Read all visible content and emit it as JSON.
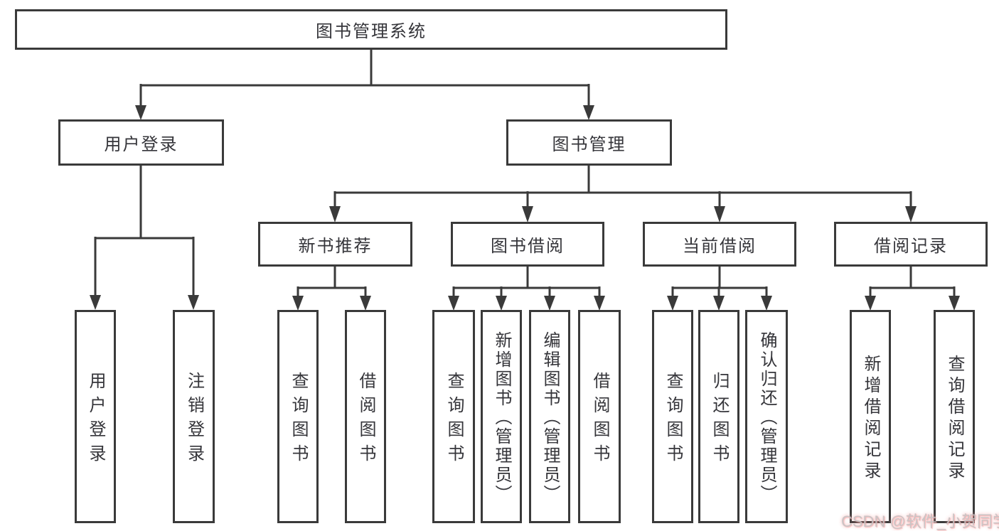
{
  "tree": {
    "label": "图书管理系统",
    "children": [
      {
        "label": "用户登录",
        "children": [
          {
            "label": "用户登录"
          },
          {
            "label": "注销登录"
          }
        ]
      },
      {
        "label": "图书管理",
        "children": [
          {
            "label": "新书推荐",
            "children": [
              {
                "label": "查询图书"
              },
              {
                "label": "借阅图书"
              }
            ]
          },
          {
            "label": "图书借阅",
            "children": [
              {
                "label": "查询图书"
              },
              {
                "label": "新增图书（管理员）"
              },
              {
                "label": "编辑图书（管理员）"
              },
              {
                "label": "借阅图书"
              }
            ]
          },
          {
            "label": "当前借阅",
            "children": [
              {
                "label": "查询图书"
              },
              {
                "label": "归还图书"
              },
              {
                "label": "确认归还（管理员）"
              }
            ]
          },
          {
            "label": "借阅记录",
            "children": [
              {
                "label": "新增借阅记录"
              },
              {
                "label": "查询借阅记录"
              }
            ]
          }
        ]
      }
    ]
  },
  "watermark": {
    "text": "CSDN @软件_小贺同学"
  },
  "colors": {
    "line": "#3a3a3a",
    "box_border": "#3a3a3a",
    "box_fill": "#ffffff",
    "text": "#35353a",
    "watermark_gray": "#c6c1c2",
    "watermark_pink": "#f29a9a"
  }
}
